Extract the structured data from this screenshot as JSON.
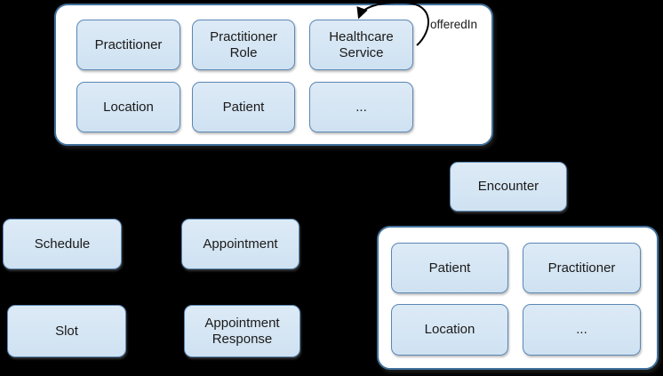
{
  "page": {
    "background": "#000000"
  },
  "colors": {
    "box_fill_top": "#ddeaf6",
    "box_fill_bottom": "#cfe2f2",
    "box_border": "#5b87b4",
    "container_fill": "#ffffff",
    "container_border": "#41719c",
    "box_text": "#1a1a1a",
    "arrow": "#000000"
  },
  "top_container": {
    "boxes": [
      {
        "label": "Practitioner"
      },
      {
        "label": "Practitioner Role"
      },
      {
        "label": "Healthcare Service"
      },
      {
        "label": "Location"
      },
      {
        "label": "Patient"
      },
      {
        "label": "..."
      }
    ]
  },
  "healthcare_service_loop": {
    "label": "offeredIn"
  },
  "encounter": {
    "label": "Encounter"
  },
  "standalone_boxes": [
    {
      "label": "Schedule"
    },
    {
      "label": "Appointment"
    },
    {
      "label": "Slot"
    },
    {
      "label": "Appointment Response"
    }
  ],
  "bottom_container": {
    "boxes": [
      {
        "label": "Patient"
      },
      {
        "label": "Practitioner"
      },
      {
        "label": "Location"
      },
      {
        "label": "..."
      }
    ]
  }
}
